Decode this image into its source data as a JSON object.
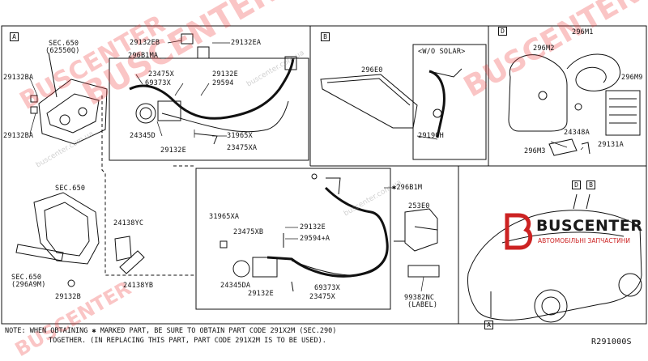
{
  "sections": {
    "a": "A",
    "b": "B",
    "d": "D",
    "a_ref": "A",
    "d_ref": "D",
    "b_ref": "B"
  },
  "labels": {
    "sec650_top": "SEC.650",
    "sec650_top_code": "(62550Q)",
    "p29132BA_a": "29132BA",
    "p29132BA_b": "29132BA",
    "p29132EB": "29132EB",
    "p29132EA": "29132EA",
    "p296B1MA": "296B1MA",
    "p23475X_a": "23475X",
    "p29132E_a": "29132E",
    "p69373X_a": "69373X",
    "p29594": "29594",
    "p24345D": "24345D",
    "p31965X": "31965X",
    "p23475XA_a": "23475XA",
    "p29132E_b": "29132E",
    "p296E0": "296E0",
    "wo_solar": "<W/O SOLAR>",
    "p29190H": "29190H",
    "p296M1": "296M1",
    "p296M2": "296M2",
    "p296M9": "296M9",
    "p24348A": "24348A",
    "p296M3": "296M3",
    "p29131A": "29131A",
    "sec650_left": "SEC.650",
    "p24138YC": "24138YC",
    "p24138YB": "24138YB",
    "sec650_left2": "SEC.650",
    "sec650_left2_code": "(296A9M)",
    "p29132B": "29132B",
    "p296B1M": "✱296B1M",
    "p253E0": "253E0",
    "p31965XA": "31965XA",
    "p29132E_c": "29132E",
    "p23475XB": "23475XB",
    "p29594A": "29594+A",
    "p24345DA": "24345DA",
    "p29132E_d": "29132E",
    "p69373X_b": "69373X",
    "p23475X_b": "23475X",
    "p99382NC": "99382NC",
    "label_tag": "(LABEL)",
    "ref_code": "R291000S"
  },
  "note": {
    "line1": "NOTE: WHEN OBTAINING ✱ MARKED PART, BE SURE TO OBTAIN PART CODE 291X2M (SEC.290)",
    "line2": "TOGETHER. (IN REPLACING THIS PART, PART CODE 291X2M IS TO BE USED)."
  },
  "watermark": {
    "brand": "BUSCENTER",
    "site": "buscenter.com.ua",
    "logo_main": "BUSCENTER",
    "logo_sub": "АВТОМОБІЛЬНІ ЗАПЧАСТИНИ"
  },
  "colors": {
    "line": "#111111",
    "watermark": "#e33333"
  }
}
